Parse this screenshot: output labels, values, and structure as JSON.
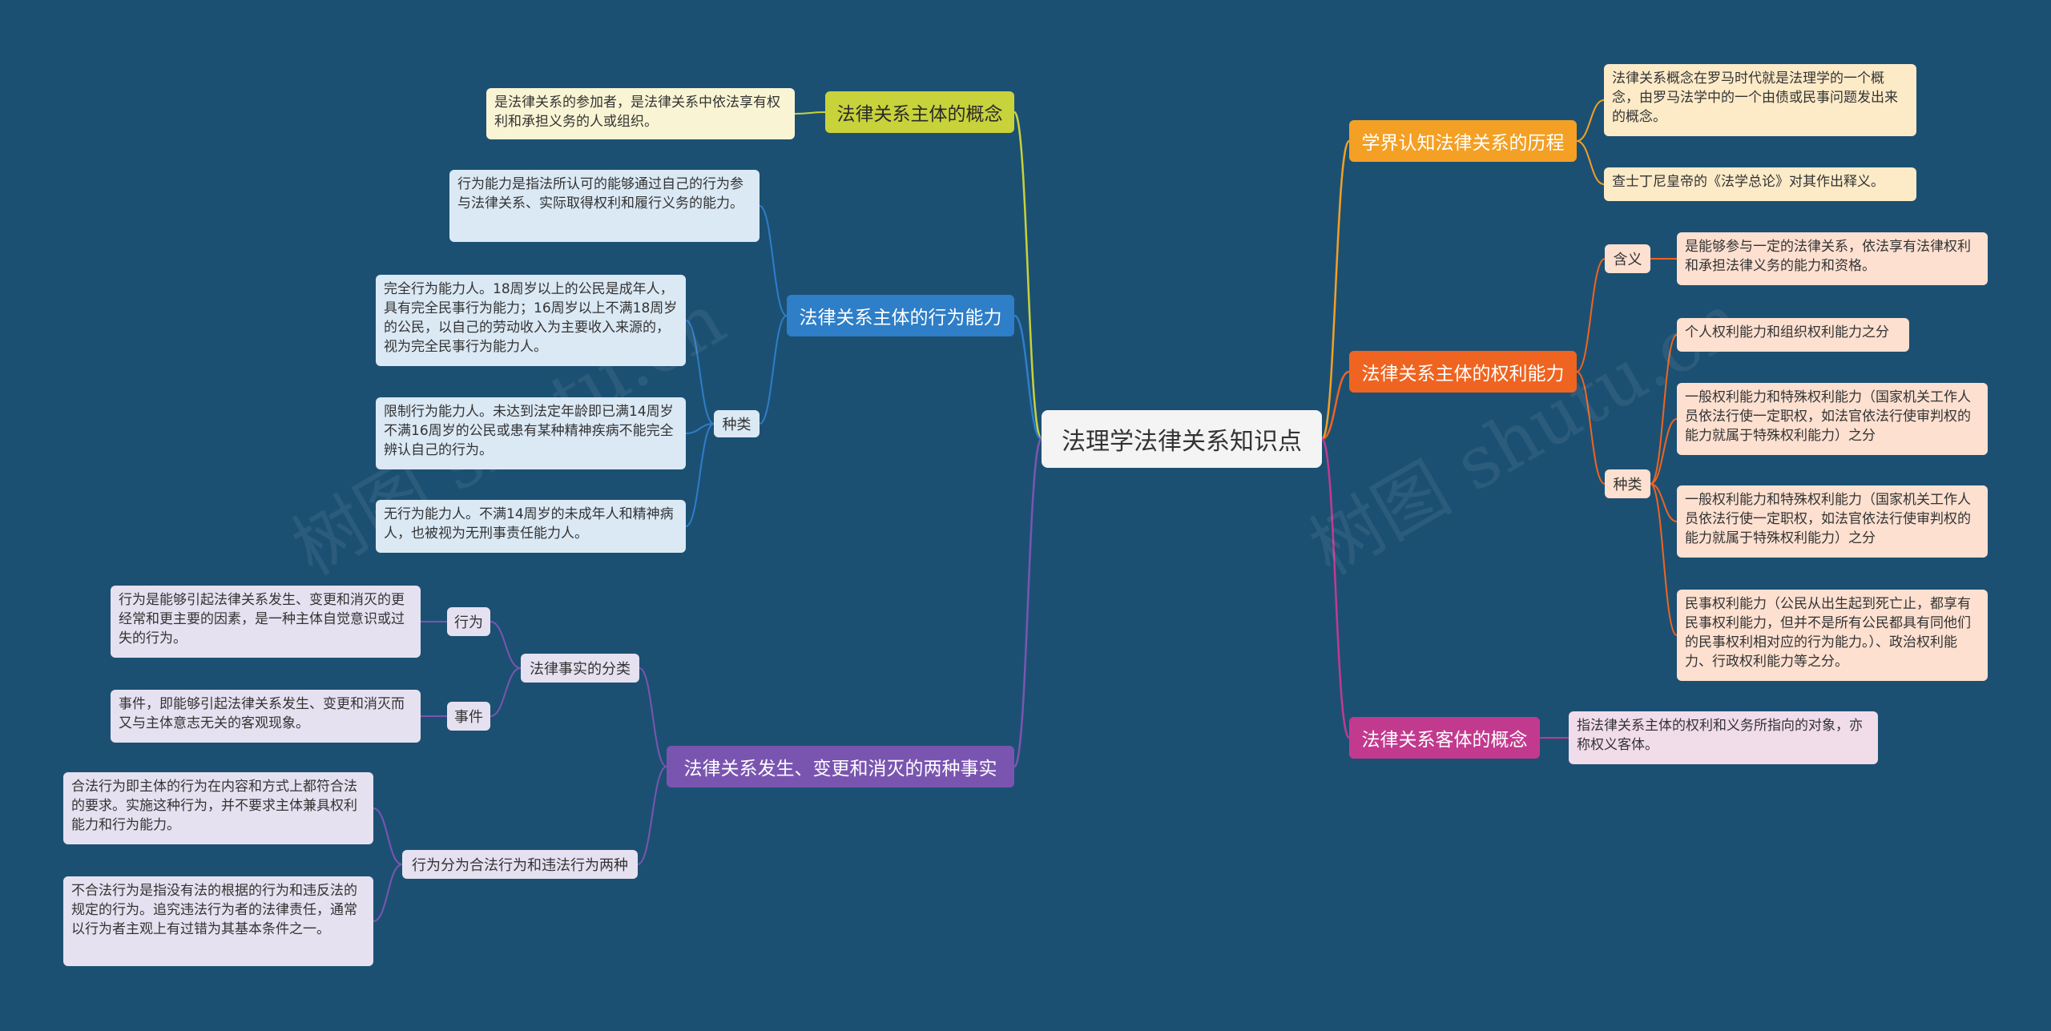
{
  "root": "法理学法律关系知识点",
  "watermark": "树图 shutu.cn",
  "colors": {
    "background": "#1c5073",
    "yellow": "#c8d23a",
    "blue": "#2e7ec8",
    "purple": "#7a55b0",
    "orange": "#f3a025",
    "red": "#ee6420",
    "magenta": "#c23a8e"
  },
  "left": {
    "subject_concept": {
      "label": "法律关系主体的概念",
      "desc": "是法律关系的参加者，是法律关系中依法享有权利和承担义务的人或组织。"
    },
    "capacity": {
      "label": "法律关系主体的行为能力",
      "desc": "行为能力是指法所认可的能够通过自己的行为参与法律关系、实际取得权利和履行义务的能力。",
      "kinds_label": "种类",
      "kinds": [
        "完全行为能力人。18周岁以上的公民是成年人，具有完全民事行为能力；16周岁以上不满18周岁的公民，以自己的劳动收入为主要收入来源的，视为完全民事行为能力人。",
        "限制行为能力人。未达到法定年龄即已满14周岁不满16周岁的公民或患有某种精神疾病不能完全辨认自己的行为。",
        "无行为能力人。不满14周岁的未成年人和精神病人，也被视为无刑事责任能力人。"
      ]
    },
    "facts": {
      "label": "法律关系发生、变更和消灭的两种事实",
      "classify_label": "法律事实的分类",
      "act_label": "行为",
      "act_desc": "行为是能够引起法律关系发生、变更和消灭的更经常和更主要的因素，是一种主体自觉意识或过失的行为。",
      "event_label": "事件",
      "event_desc": "事件，即能够引起法律关系发生、变更和消灭而又与主体意志无关的客观现象。",
      "split_label": "行为分为合法行为和违法行为两种",
      "legal_desc": "合法行为即主体的行为在内容和方式上都符合法的要求。实施这种行为，并不要求主体兼具权利能力和行为能力。",
      "illegal_desc": "不合法行为是指没有法的根据的行为和违反法的规定的行为。追究违法行为者的法律责任，通常以行为者主观上有过错为其基本条件之一。"
    }
  },
  "right": {
    "history": {
      "label": "学界认知法律关系的历程",
      "items": [
        "法律关系概念在罗马时代就是法理学的一个概念，由罗马法学中的一个由债或民事问题发出来的概念。",
        "查士丁尼皇帝的《法学总论》对其作出释义。"
      ]
    },
    "rights": {
      "label": "法律关系主体的权利能力",
      "meaning_label": "含义",
      "meaning_desc": "是能够参与一定的法律关系，依法享有法律权利和承担法律义务的能力和资格。",
      "kinds_label": "种类",
      "kinds": [
        "个人权利能力和组织权利能力之分",
        "一般权利能力和特殊权利能力（国家机关工作人员依法行使一定职权，如法官依法行使审判权的能力就属于特殊权利能力）之分",
        "一般权利能力和特殊权利能力（国家机关工作人员依法行使一定职权，如法官依法行使审判权的能力就属于特殊权利能力）之分",
        "民事权利能力（公民从出生起到死亡止，都享有民事权利能力，但并不是所有公民都具有同他们的民事权利相对应的行为能力。）、政治权利能力、行政权利能力等之分。"
      ]
    },
    "object": {
      "label": "法律关系客体的概念",
      "desc": "指法律关系主体的权利和义务所指向的对象，亦称权义客体。"
    }
  }
}
